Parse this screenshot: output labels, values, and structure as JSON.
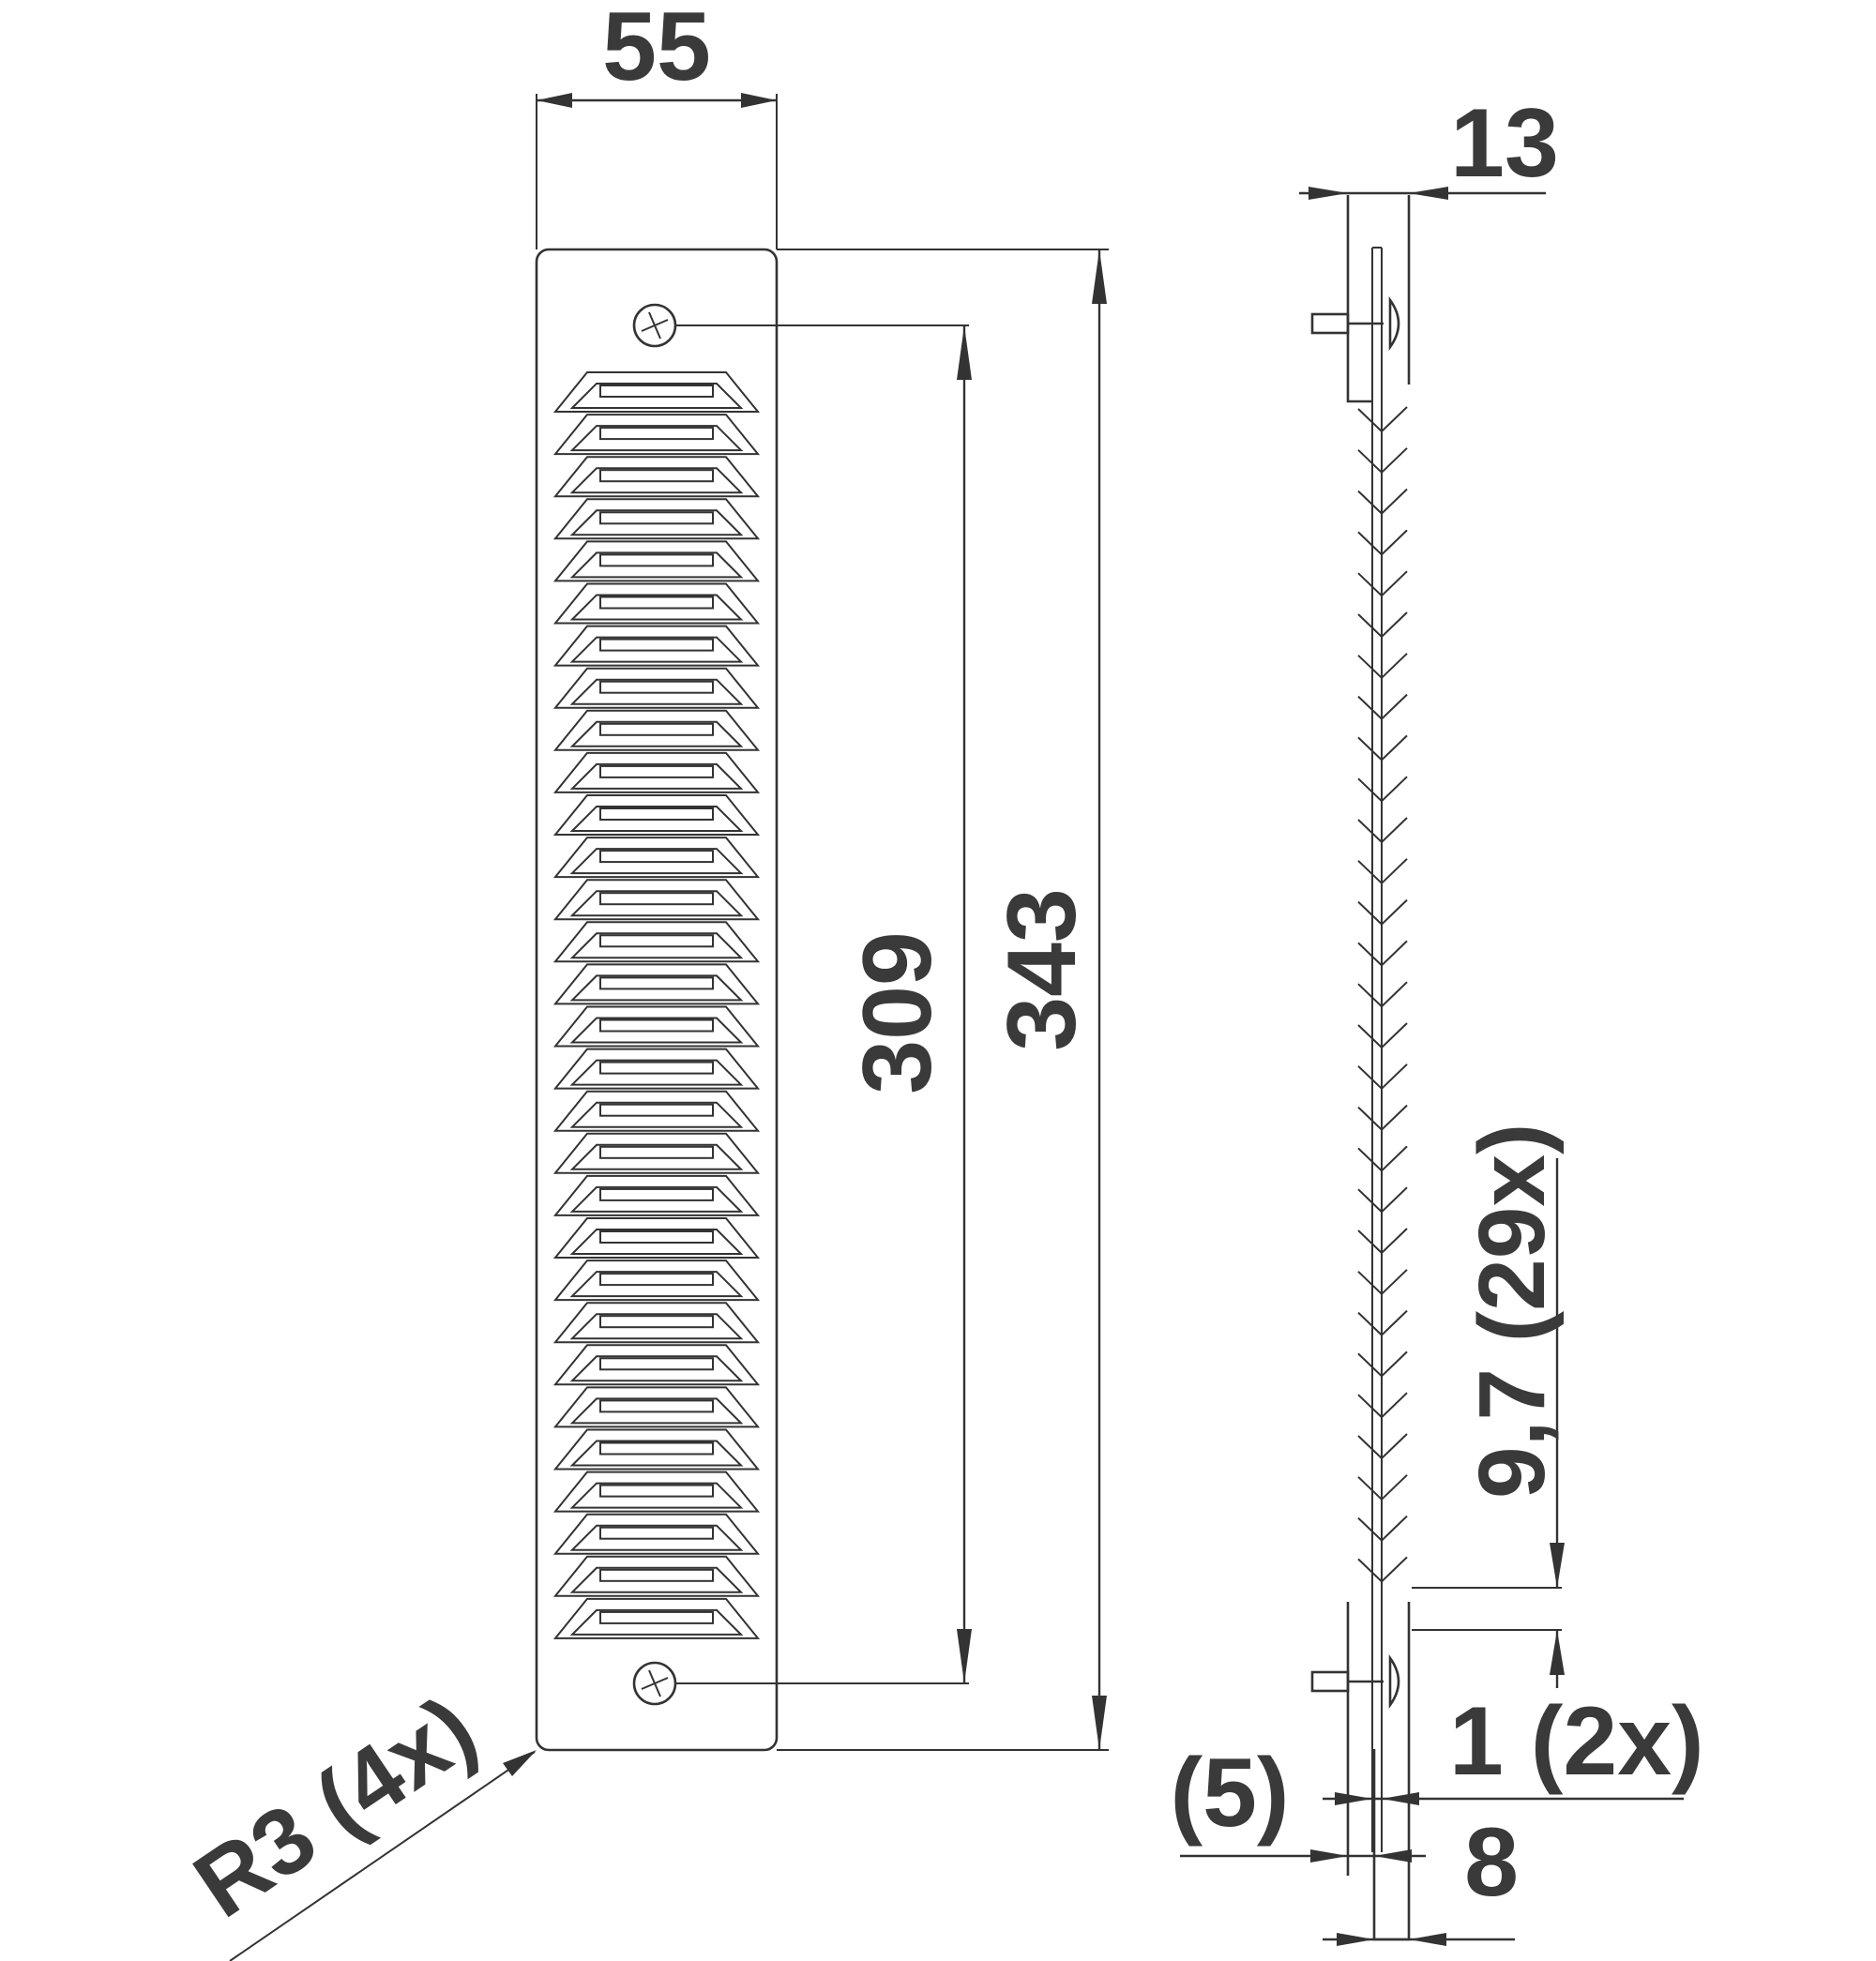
{
  "colors": {
    "line": "#333333",
    "text": "#3a3a3a",
    "background": "#ffffff"
  },
  "front_view": {
    "louver_count": 30,
    "screw_count": 2
  },
  "side_view": {
    "fin_count": 29,
    "screw_count": 2
  },
  "dimensions": {
    "width": "55",
    "total_height": "343",
    "screw_spacing": "309",
    "corner_radius": "R3 (4x)",
    "depth": "13",
    "fin_pitch": "9,7 (29x)",
    "fin_thickness": "1 (2x)",
    "spigot_offset": "(5)",
    "spigot_depth": "8"
  }
}
